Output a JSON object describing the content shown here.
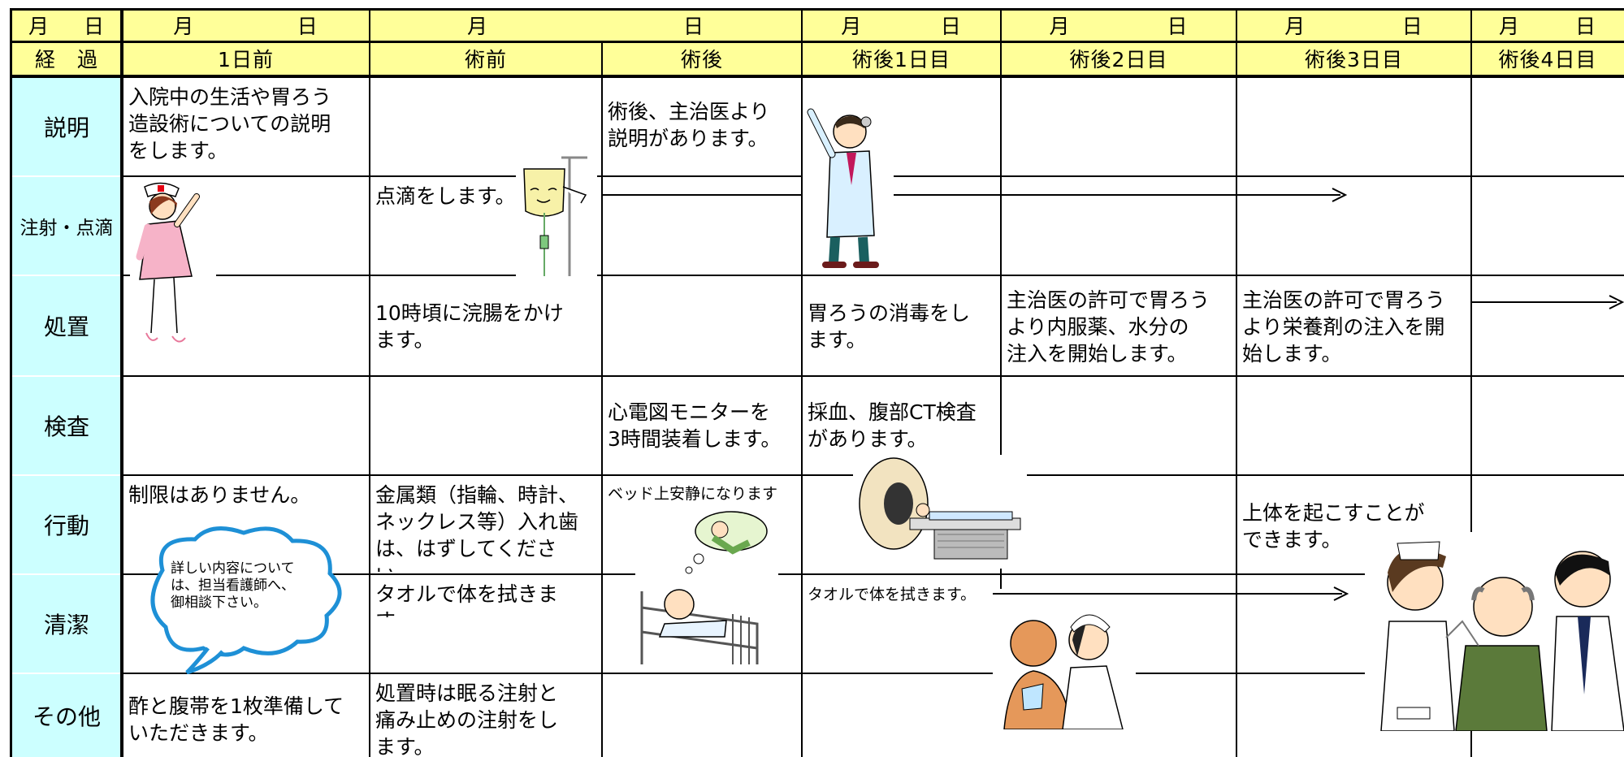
{
  "header": {
    "row1": [
      {
        "a": "月",
        "b": "日"
      },
      {
        "a": "月",
        "b": "日"
      },
      {
        "a": "月",
        "b": "日"
      },
      {
        "a": "月",
        "b": "日"
      },
      {
        "a": "月",
        "b": "日"
      },
      {
        "a": "月",
        "b": "日"
      },
      {
        "a": "月",
        "b": "日"
      }
    ],
    "row2": [
      "経　過",
      "1日前",
      "術前",
      "術後",
      "術後1日目",
      "術後2日目",
      "術後3日目",
      "術後4日目"
    ]
  },
  "rows": [
    "説明",
    "注射・点滴",
    "処置",
    "検査",
    "行動",
    "清潔",
    "その他"
  ],
  "cells": {
    "explain_day_before": "入院中の生活や胃ろう\n造設術についての説明\nをします。",
    "explain_post": "術後、主治医より\n説明があります。",
    "iv_pre": "点滴をします。",
    "proc_pre": "10時頃に浣腸をかけ\nます。",
    "proc_post1": "胃ろうの消毒をし\nます。",
    "proc_post2": "主治医の許可で胃ろう\nより内服薬、水分の\n注入を開始します。",
    "proc_post3": "主治医の許可で胃ろう\nより栄養剤の注入を開\n始します。",
    "exam_post": "心電図モニターを\n3時間装着します。",
    "exam_post1": "採血、腹部CT検査\nがあります。",
    "act_day_before": "制限はありません。",
    "act_pre": "金属類（指輪、時計、\nネックレス等）入れ歯\nは、はずしてください。",
    "act_post": "ベッド上安静になります",
    "act_post3": "上体を起こすことが\nできます。",
    "clean_pre": "タオルで体を拭きます。",
    "clean_post1": "タオルで体を拭きます。",
    "other_day_before": "酢と腹帯を1枚準備して\nいただきます。",
    "other_pre": "処置時は眠る注射と\n痛み止めの注射をし\nます。"
  },
  "cloud": "詳しい内容について\nは、担当看護師へ、\n御相談下さい。",
  "colors": {
    "header_bg": "#ffff99",
    "label_bg": "#ccffff",
    "line": "#000000"
  }
}
